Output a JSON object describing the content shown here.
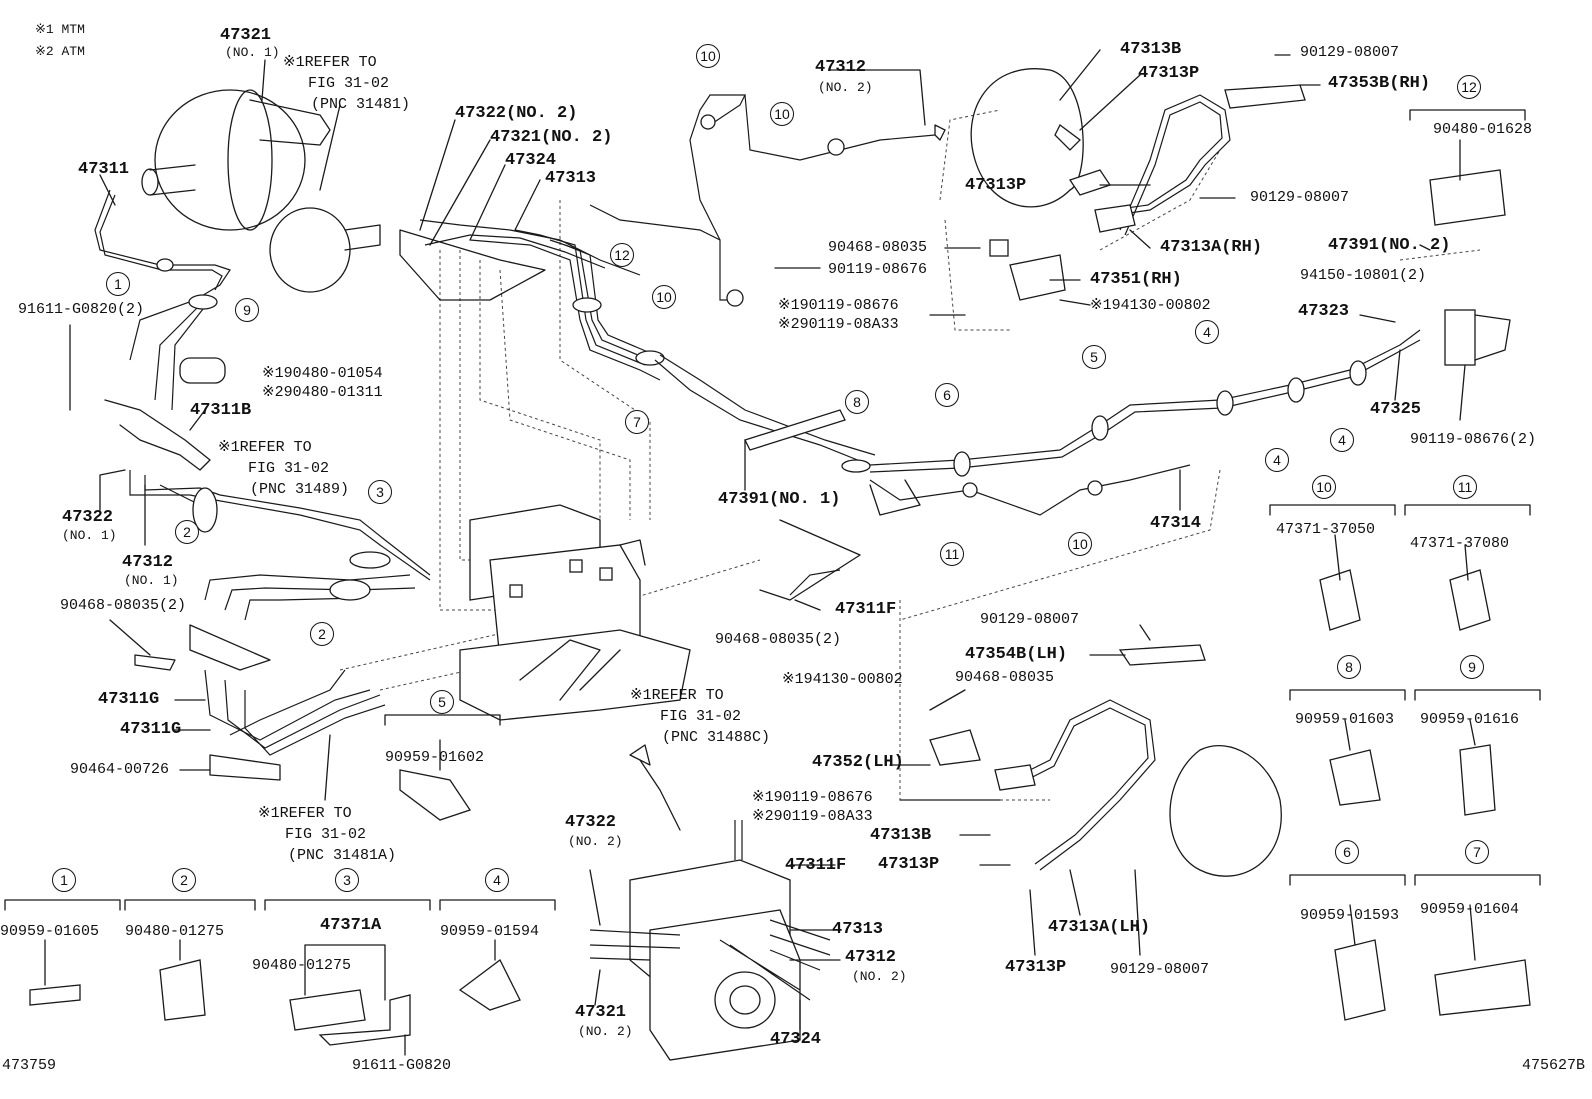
{
  "legend": {
    "note1": "※1 MTM",
    "note2": "※2 ATM"
  },
  "refs": {
    "r1": [
      "※1REFER TO",
      "FIG 31-02",
      "(PNC 31481)"
    ],
    "r2": [
      "※1REFER TO",
      "FIG 31-02",
      "(PNC 31489)"
    ],
    "r3": [
      "※1REFER TO",
      "FIG 31-02",
      "(PNC 31488C)"
    ],
    "r4": [
      "※1REFER TO",
      "FIG 31-02",
      "(PNC 31481A)"
    ]
  },
  "labels": {
    "p47321_top": "47321",
    "p47321_top_no": "(NO. 1)",
    "p47311": "47311",
    "p91611_2": "91611-G0820(2)",
    "p190480": "※190480-01054",
    "p290480": "※290480-01311",
    "p47311b": "47311B",
    "p47322_l": "47322",
    "p47322_l_no": "(NO. 1)",
    "p47312_l": "47312",
    "p47312_l_no": "(NO. 1)",
    "p90468_2a": "90468-08035(2)",
    "p47311g_a": "47311G",
    "p47311g_b": "47311G",
    "p90464": "90464-00726",
    "p47322_no2": "47322(NO. 2)",
    "p47321_no2": "47321(NO. 2)",
    "p47324_t": "47324",
    "p47313_t": "47313",
    "p47312_t": "47312",
    "p47312_t_no": "(NO. 2)",
    "p47313b_t": "47313B",
    "p47313p_t": "47313P",
    "p47313p_t2": "47313P",
    "p90129_a": "90129-08007",
    "p47353b": "47353B(RH)",
    "p90129_b": "90129-08007",
    "p90468_c": "90468-08035",
    "p47313a_rh": "47313A(RH)",
    "p47351": "47351(RH)",
    "p190119_a": "※190119-08676",
    "p290119_a": "※290119-08A33",
    "p194130_a": "※194130-00802",
    "p90119_a": "90119-08676",
    "p90480_1628": "90480-01628",
    "p47391_no2": "47391(NO. 2)",
    "p94150": "94150-10801(2)",
    "p47323": "47323",
    "p47325": "47325",
    "p90119_2": "90119-08676(2)",
    "p47391_no1": "47391(NO. 1)",
    "p47314": "47314",
    "p47311f_a": "47311F",
    "p90468_2b": "90468-08035(2)",
    "p47371_37050": "47371-37050",
    "p47371_37080": "47371-37080",
    "p90129_c": "90129-08007",
    "p47354b": "47354B(LH)",
    "p194130_b": "※194130-00802",
    "p90468_d": "90468-08035",
    "p47352": "47352(LH)",
    "p190119_b": "※190119-08676",
    "p290119_b": "※290119-08A33",
    "p47313b_b": "47313B",
    "p47313p_b": "47313P",
    "p47313a_lh": "47313A(LH)",
    "p47313p_b2": "47313P",
    "p90129_d": "90129-08007",
    "p90959_01602": "90959-01602",
    "p47322_b": "47322",
    "p47322_b_no": "(NO. 2)",
    "p47311f_b": "47311F",
    "p47313_b": "47313",
    "p47312_b": "47312",
    "p47312_b_no": "(NO. 2)",
    "p47321_b": "47321",
    "p47321_b_no": "(NO. 2)",
    "p47324_b": "47324",
    "p90959_01603": "90959-01603",
    "p90959_01616": "90959-01616",
    "p90959_01593": "90959-01593",
    "p90959_01604": "90959-01604",
    "p90959_01605": "90959-01605",
    "p90480_01275a": "90480-01275",
    "p47371a": "47371A",
    "p90480_01275b": "90480-01275",
    "p91611": "91611-G0820",
    "p90959_01594": "90959-01594",
    "code_left": "473759",
    "code_right": "475627B"
  },
  "callouts": {
    "c1": "1",
    "c2": "2",
    "c3": "3",
    "c4": "4",
    "c5": "5",
    "c6": "6",
    "c7": "7",
    "c8": "8",
    "c9": "9",
    "c10": "10",
    "c11": "11",
    "c12": "12"
  }
}
